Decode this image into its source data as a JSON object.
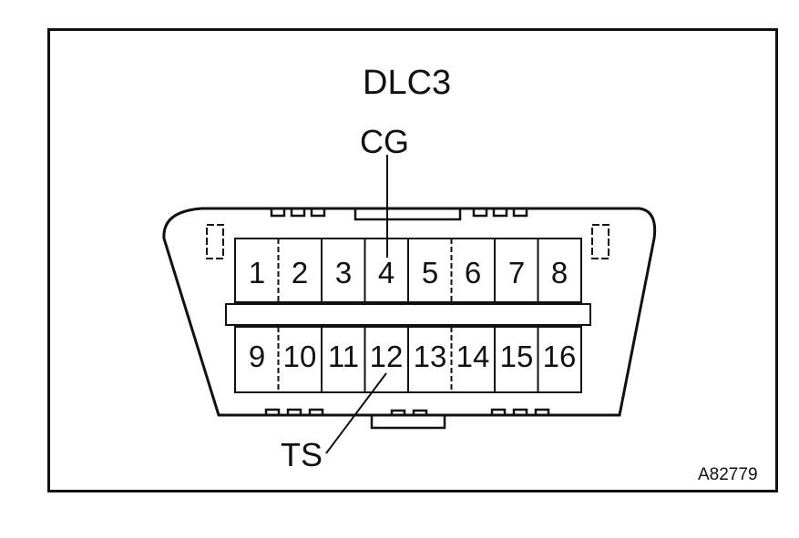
{
  "diagram": {
    "title": "DLC3",
    "reference_code": "A82779",
    "callouts": {
      "top": "CG",
      "bottom": "TS"
    },
    "pins_top_row": [
      "1",
      "2",
      "3",
      "4",
      "5",
      "6",
      "7",
      "8"
    ],
    "pins_bottom_row": [
      "9",
      "10",
      "11",
      "12",
      "13",
      "14",
      "15",
      "16"
    ]
  }
}
